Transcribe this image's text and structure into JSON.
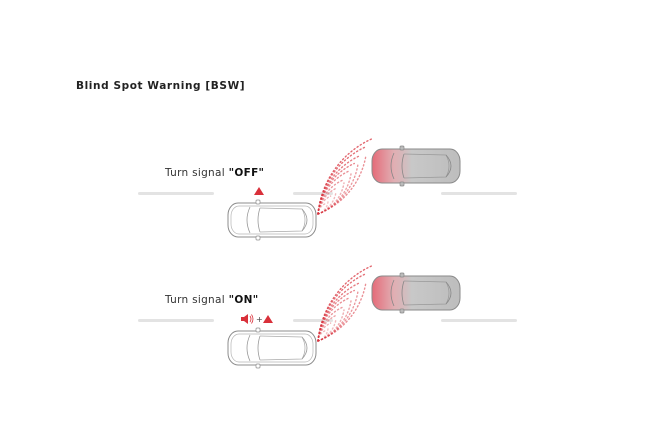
{
  "title": "Blind Spot Warning [BSW]",
  "colors": {
    "warning_red": "#d9303a",
    "radar_red": "#d8343f",
    "lane_gray": "#e3e3e3",
    "car_outline": "#8a8a8a",
    "target_car_fill": "#b8b8b8"
  },
  "scenarios": [
    {
      "label_prefix": "Turn signal ",
      "label_state": "\"OFF\"",
      "indicator": [
        "warning-triangle-icon"
      ]
    },
    {
      "label_prefix": "Turn signal ",
      "label_state": "\"ON\"",
      "indicator_plus": "+",
      "indicator": [
        "speaker-sound-icon",
        "warning-triangle-icon"
      ]
    }
  ]
}
